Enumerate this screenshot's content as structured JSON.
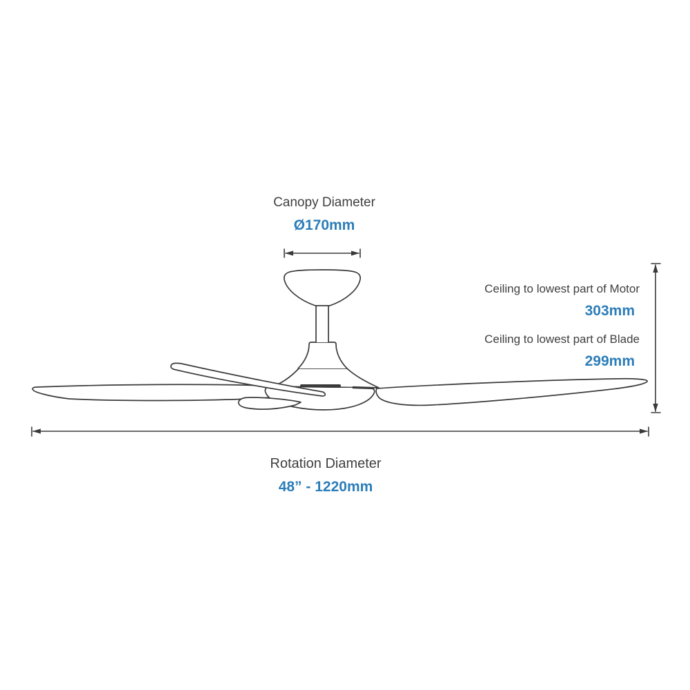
{
  "diagram": {
    "canopy": {
      "label": "Canopy Diameter",
      "value": "Ø170mm"
    },
    "motor_clearance": {
      "label": "Ceiling to lowest part of Motor",
      "value": "303mm"
    },
    "blade_clearance": {
      "label": "Ceiling to lowest part of Blade",
      "value": "299mm"
    },
    "rotation": {
      "label": "Rotation Diameter",
      "value": "48” - 1220mm"
    }
  },
  "colors": {
    "accent_blue": "#2C7DB8",
    "text_dark": "#3F3F3F",
    "line_dark": "#3A3A3A",
    "background": "#FFFFFF"
  }
}
